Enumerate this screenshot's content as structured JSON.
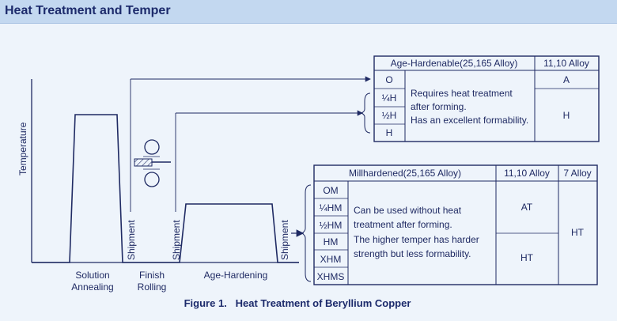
{
  "header": {
    "title": "Heat Treatment and Temper"
  },
  "axis": {
    "ylabel": "Temperature"
  },
  "stages": [
    {
      "line1": "Solution",
      "line2": "Annealing"
    },
    {
      "line1": "Finish",
      "line2": "Rolling"
    },
    {
      "line1": "Age-Hardening",
      "line2": ""
    }
  ],
  "shipment_label": "Shipment",
  "table_age": {
    "col1": "Age-Hardenable(25,165 Alloy)",
    "col2": "11,10 Alloy",
    "tempers": [
      "O",
      "¼H",
      "½H",
      "H"
    ],
    "desc": [
      "Requires heat treatment",
      "after forming.",
      "Has an excellent formability."
    ],
    "alloy_values": [
      "A",
      "H"
    ]
  },
  "table_mill": {
    "col1": "Millhardened(25,165 Alloy)",
    "col2": "11,10 Alloy",
    "col3": "7 Alloy",
    "tempers": [
      "OM",
      "¼HM",
      "½HM",
      "HM",
      "XHM",
      "XHMS"
    ],
    "desc": [
      "Can be used without heat",
      "treatment after forming.",
      "The higher temper has harder",
      "strength but less formability."
    ],
    "alloy_values": [
      "AT",
      "HT"
    ],
    "alloy7_value": "HT"
  },
  "caption": "Figure 1.   Heat Treatment of Beryllium Copper",
  "colors": {
    "ink": "#1f2a63",
    "header_bg": "#c3d8f0",
    "page_bg": "#eef4fb"
  }
}
